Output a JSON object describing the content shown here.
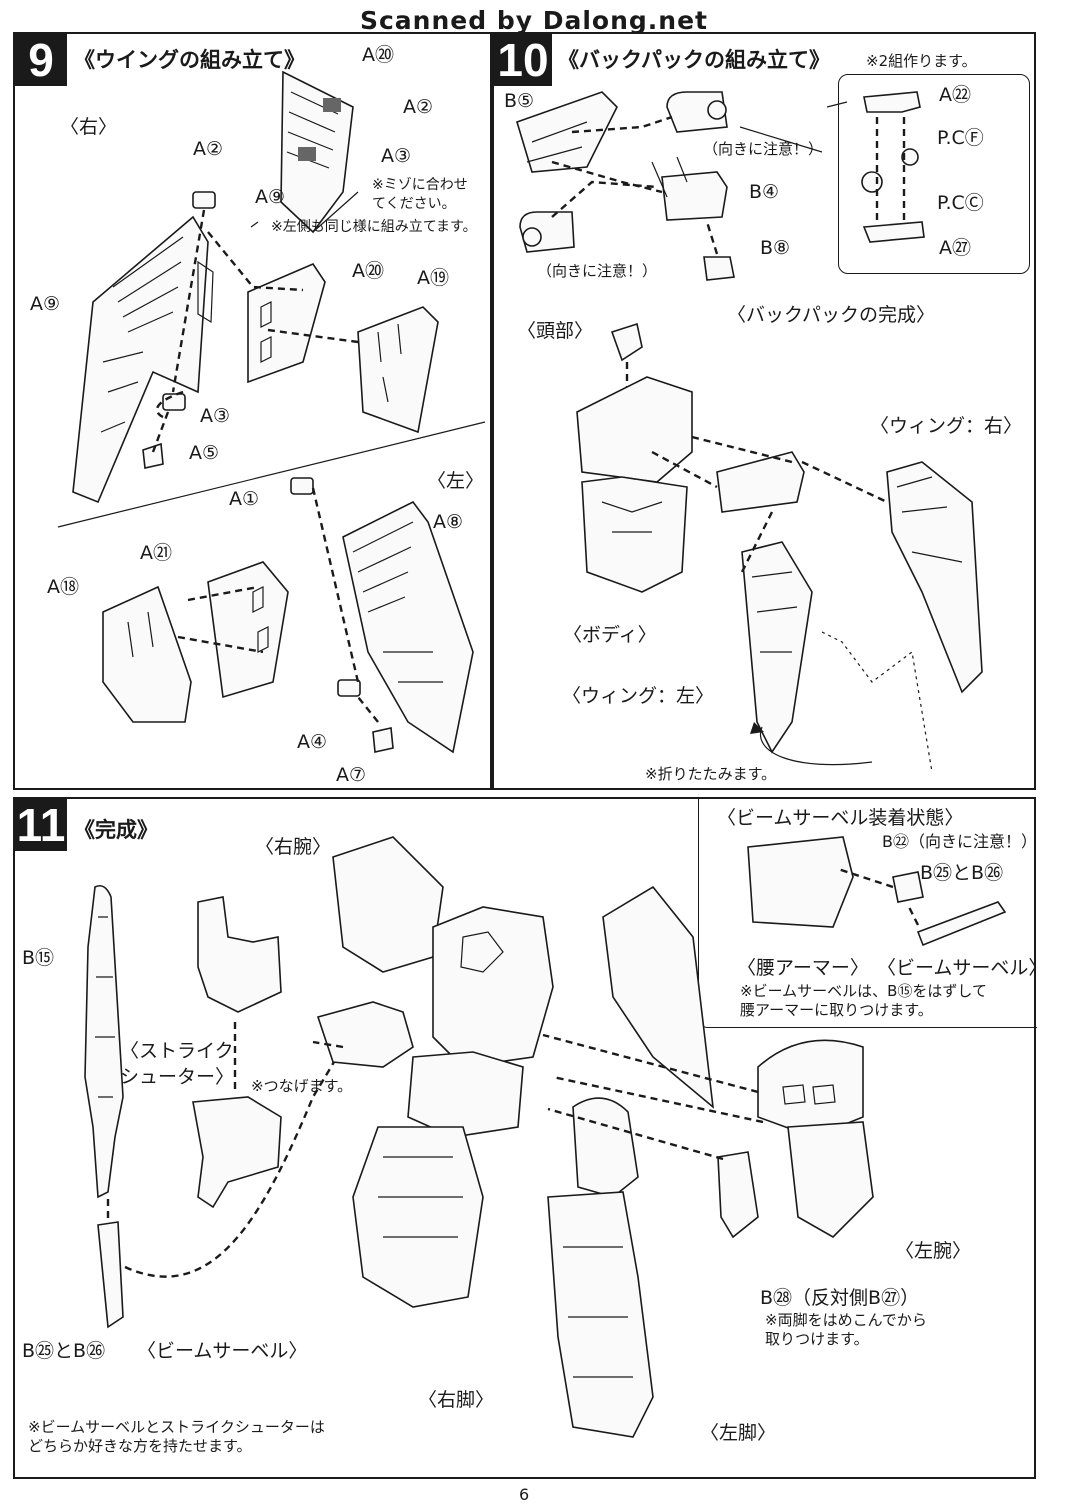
{
  "watermark": "Scanned by Dalong.net",
  "page_number": "6",
  "step9": {
    "number": "9",
    "title": "《ウイングの組み立て》",
    "right_label": "〈右〉",
    "left_label": "〈左〉",
    "parts": [
      "A⑳",
      "A②",
      "A③",
      "A⑨",
      "A②",
      "A⑳",
      "A⑲",
      "A⑨",
      "A③",
      "A⑤",
      "A①",
      "A⑧",
      "A㉑",
      "A⑱",
      "A④",
      "A⑦"
    ],
    "note_groove": "※ミゾに合わせ\nてください。",
    "note_same": "※左側も同じ様に組み立てます。"
  },
  "step10": {
    "number": "10",
    "title": "《バックパックの組み立て》",
    "parts": [
      "B⑤",
      "B④",
      "B⑧"
    ],
    "caution1": "（向きに注意！）",
    "caution2": "（向きに注意！）",
    "inset_note": "※2組作ります。",
    "inset_parts": [
      "A㉒",
      "P.CⒻ",
      "P.CⒸ",
      "A㉗"
    ],
    "complete_label": "〈バックパックの完成〉",
    "head_label": "〈頭部〉",
    "wing_right": "〈ウィング：右〉",
    "body_label": "〈ボディ〉",
    "wing_left": "〈ウィング：左〉",
    "fold_note": "※折りたたみます。"
  },
  "step11": {
    "number": "11",
    "title": "《完成》",
    "right_arm": "〈右腕〉",
    "part_b15": "B⑮",
    "strike_shooter": "〈ストライク\nシューター〉",
    "connect_note": "※つなげます。",
    "beam_saber_mount": "〈ビームサーベル装着状態〉",
    "b22_caution": "B㉒（向きに注意！）",
    "b25_b26_top": "B㉕とB㉖",
    "waist_armor": "〈腰アーマー〉",
    "beam_saber_top": "〈ビームサーベル〉",
    "saber_note": "※ビームサーベルは、B⑮をはずして\n腰アーマーに取りつけます。",
    "left_arm": "〈左腕〉",
    "b28_label": "B㉘（反対側B㉗）",
    "legs_note": "※両脚をはめこんでから\n取りつけます。",
    "b25_b26_bottom": "B㉕とB㉖",
    "beam_saber_bottom": "〈ビームサーベル〉",
    "right_leg": "〈右脚〉",
    "left_leg": "〈左脚〉",
    "hold_note": "※ビームサーベルとストライクシューターは\nどちらか好きな方を持たせます。"
  }
}
